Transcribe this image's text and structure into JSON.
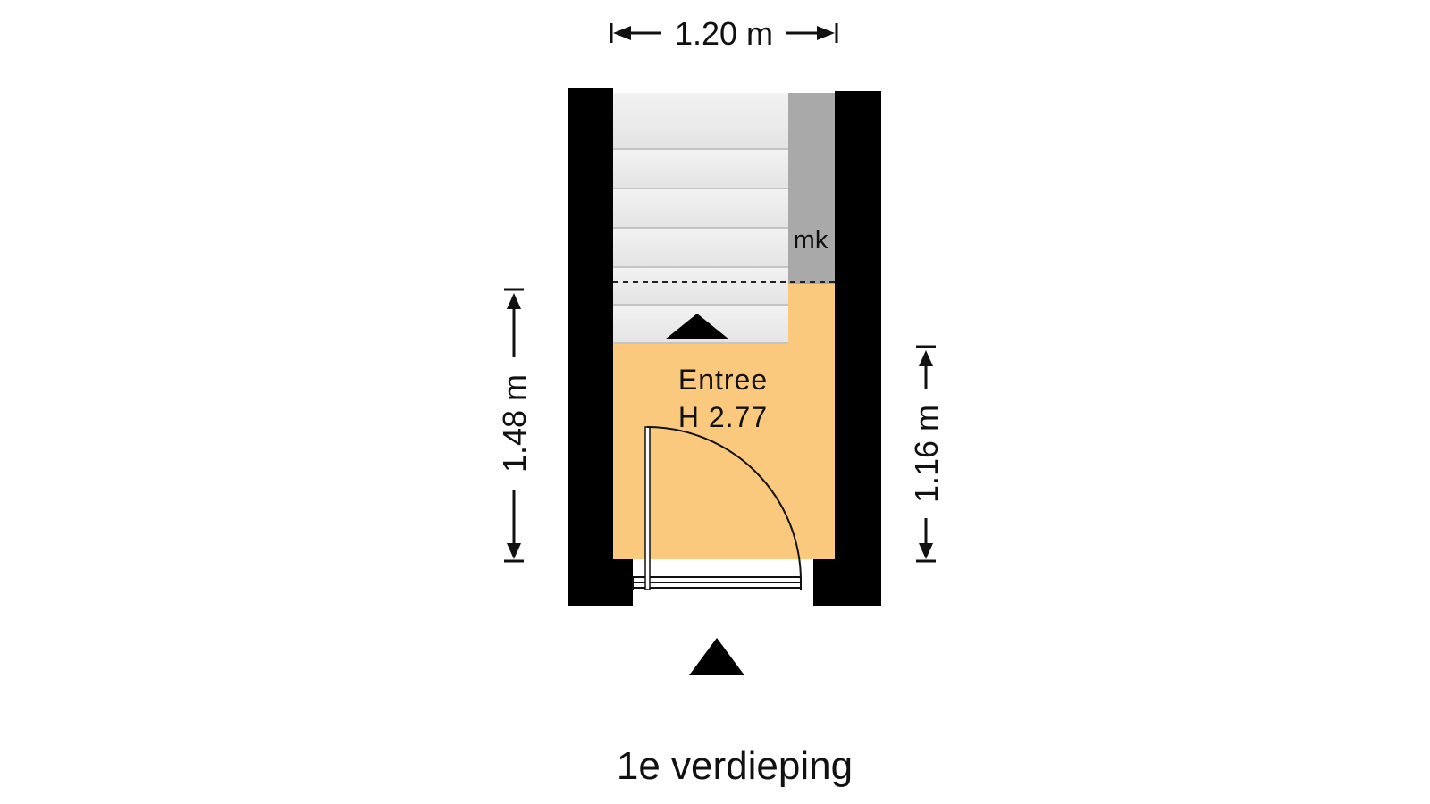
{
  "floor_label": "1e verdieping",
  "dimensions": {
    "width_top": "1.20 m",
    "height_left": "1.48 m",
    "height_right": "1.16 m"
  },
  "room": {
    "name": "Entree",
    "height": "H 2.77",
    "fill_color": "#fbc97e"
  },
  "closet_label": "mk",
  "colors": {
    "wall": "#000000",
    "stair_tread": "#ececec",
    "closet": "#a9a9a9"
  }
}
